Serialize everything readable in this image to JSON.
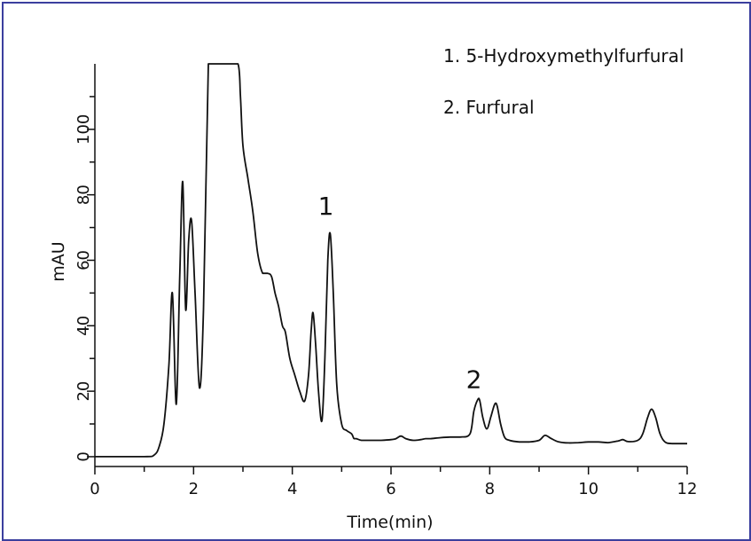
{
  "chart_data": {
    "type": "line",
    "xlabel": "Time(min)",
    "ylabel": "mAU",
    "xlim": [
      0,
      12
    ],
    "ylim": [
      -3,
      120
    ],
    "x_ticks": [
      "0",
      "2",
      "4",
      "6",
      "8",
      "10",
      "12"
    ],
    "y_ticks": [
      "0",
      "20",
      "40",
      "60",
      "80",
      "100"
    ],
    "x_tick_values": [
      0,
      2,
      4,
      6,
      8,
      10,
      12
    ],
    "y_tick_values": [
      0,
      20,
      40,
      60,
      80,
      100
    ],
    "x_minor_step": 1,
    "y_minor_step": 10,
    "grid": false,
    "legend_position": "top-right",
    "legend": [
      "1. 5-Hydroxymethylfurfural",
      "2. Furfural"
    ],
    "annotations": [
      {
        "text": "1",
        "x": 4.68,
        "y": 74
      },
      {
        "text": "2",
        "x": 7.68,
        "y": 21
      }
    ],
    "series": [
      {
        "x": [
          0,
          1.0,
          1.2,
          1.3,
          1.4,
          1.5,
          1.57,
          1.65,
          1.72,
          1.78,
          1.84,
          1.9,
          1.96,
          2.03,
          2.12,
          2.2,
          2.3,
          2.35,
          2.5,
          2.7,
          2.9,
          2.95,
          3.0,
          3.1,
          3.2,
          3.3,
          3.4,
          3.5,
          3.58,
          3.65,
          3.72,
          3.8,
          3.86,
          3.95,
          4.05,
          4.15,
          4.25,
          4.33,
          4.38,
          4.42,
          4.47,
          4.53,
          4.6,
          4.66,
          4.72,
          4.77,
          4.83,
          4.9,
          5.0,
          5.1,
          5.2,
          5.25,
          5.3,
          5.4,
          5.6,
          5.8,
          6.0,
          6.1,
          6.2,
          6.3,
          6.45,
          6.6,
          6.7,
          6.8,
          7.0,
          7.2,
          7.4,
          7.6,
          7.68,
          7.76,
          7.8,
          7.86,
          7.94,
          8.02,
          8.1,
          8.15,
          8.22,
          8.3,
          8.4,
          8.6,
          8.8,
          9.0,
          9.12,
          9.25,
          9.4,
          9.6,
          9.8,
          10.0,
          10.2,
          10.4,
          10.6,
          10.7,
          10.8,
          11.0,
          11.1,
          11.2,
          11.28,
          11.36,
          11.45,
          11.55,
          11.7,
          12.0
        ],
        "values": [
          0,
          0,
          0.5,
          3,
          10,
          28,
          50,
          16,
          55,
          84,
          45,
          66,
          72,
          50,
          21,
          45,
          120,
          120,
          120,
          120,
          120,
          110,
          95,
          85,
          75,
          62,
          56,
          56,
          55,
          50,
          46,
          40,
          38,
          30,
          25,
          20,
          17,
          25,
          38,
          44,
          35,
          20,
          11,
          30,
          60,
          68,
          50,
          22,
          10,
          8,
          7,
          5.5,
          5.5,
          5,
          5,
          5,
          5.2,
          5.5,
          6.3,
          5.5,
          5,
          5.2,
          5.5,
          5.5,
          5.8,
          6,
          6,
          7,
          14,
          17.5,
          17,
          12,
          8.5,
          12,
          16,
          15.5,
          10,
          6,
          5,
          4.5,
          4.5,
          5,
          6.5,
          5.5,
          4.5,
          4.2,
          4.3,
          4.5,
          4.5,
          4.3,
          4.8,
          5.2,
          4.6,
          5,
          7,
          12,
          14.5,
          12,
          7,
          4.5,
          4,
          4
        ]
      }
    ]
  }
}
